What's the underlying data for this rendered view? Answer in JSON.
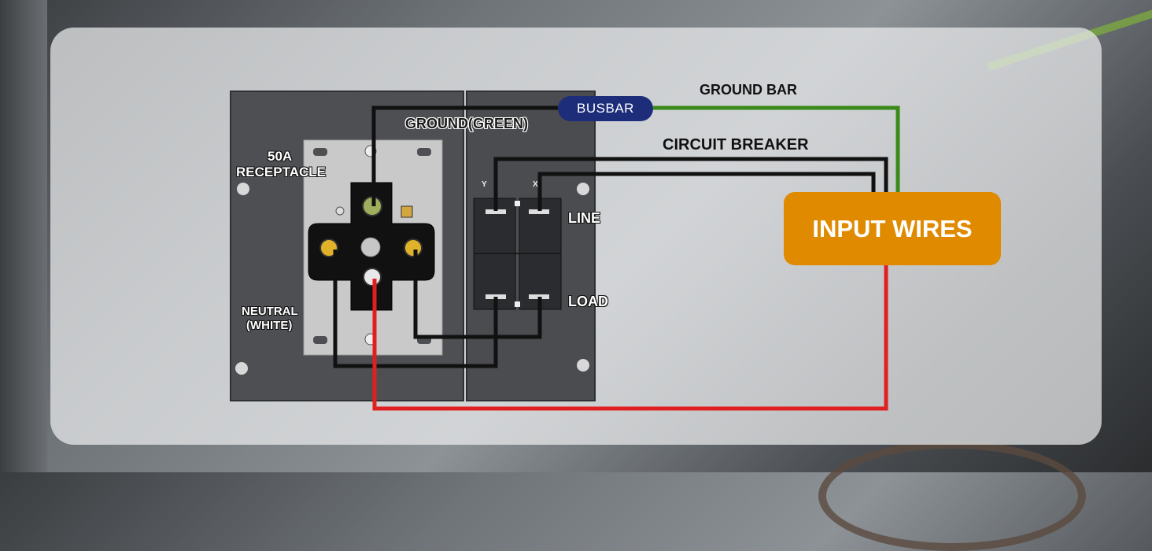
{
  "labels": {
    "busbar": "BUSBAR",
    "ground_bar": "GROUND BAR",
    "ground_green": "GROUND(GREEN)",
    "circuit_breaker": "CIRCUIT BREAKER",
    "receptacle_line1": "50A",
    "receptacle_line2": "RECEPTACLE",
    "neutral_line1": "NEUTRAL",
    "neutral_line2": "(WHITE)",
    "line": "LINE",
    "load": "LOAD",
    "terminal_y": "Y",
    "terminal_x": "X",
    "input_wires": "INPUT WIRES"
  },
  "colors": {
    "ground_wire": "#3a8a1a",
    "hot_wire": "#111111",
    "neutral_wire": "#e02020",
    "busbar_fill": "#1d2d7a",
    "input_box_fill": "#e08a00",
    "panel_plate": "#4d4f53"
  }
}
